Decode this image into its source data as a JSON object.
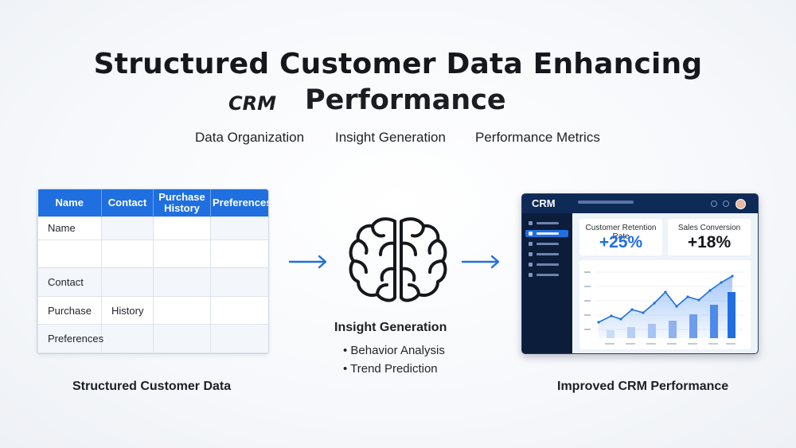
{
  "title": {
    "line1": "Structured Customer Data Enhancing",
    "crm": "CRM",
    "line2": "Performance"
  },
  "subtitles": [
    "Data Organization",
    "Insight Generation",
    "Performance Metrics"
  ],
  "table": {
    "headers": [
      "Name",
      "Contact",
      "Purchase History",
      "Preferences"
    ],
    "rows": [
      [
        "Name",
        "",
        "",
        ""
      ],
      [
        "",
        "",
        "",
        ""
      ],
      [
        "Contact",
        "",
        "",
        ""
      ],
      [
        "Purchase",
        "History",
        "",
        ""
      ],
      [
        "Preferences",
        "",
        "",
        ""
      ]
    ],
    "caption": "Structured Customer Data"
  },
  "insight": {
    "icon": "brain-icon",
    "title": "Insight Generation",
    "bullets": [
      "• Behavior Analysis",
      "• Trend Prediction"
    ]
  },
  "dashboard": {
    "logo": "CRM",
    "kpis": [
      {
        "label": "Customer Retention Rate",
        "value": "+25%"
      },
      {
        "label": "Sales Conversion",
        "value": "+18%"
      }
    ],
    "caption": "Improved CRM Performance",
    "accent": "#1f6fe0",
    "sidebar_active_index": 1
  },
  "colors": {
    "accent": "#1f6fe0",
    "dark_panel": "#0c1d3c",
    "arrow": "#1f6fe0"
  }
}
